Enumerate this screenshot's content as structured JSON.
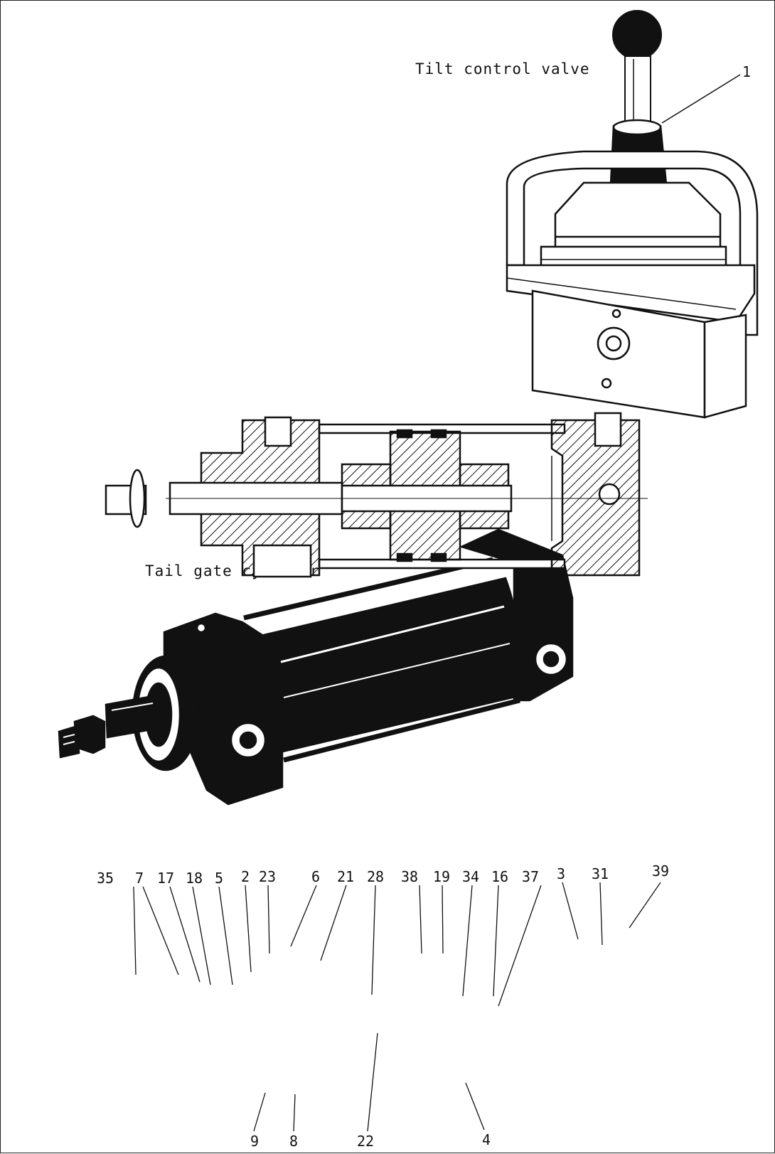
{
  "captions": {
    "valve": "Tilt control valve",
    "cylinder": "Tail gate cylinder"
  },
  "valve_callouts": [
    "1"
  ],
  "section_callouts_top": [
    "35",
    "7",
    "17",
    "18",
    "5",
    "2",
    "23",
    "6",
    "21",
    "28",
    "38",
    "19",
    "34",
    "16",
    "37",
    "3",
    "31",
    "39"
  ],
  "section_callouts_bottom": [
    "9",
    "8",
    "22",
    "4"
  ],
  "colors": {
    "ink": "#111111",
    "paper": "#ffffff"
  },
  "icons": [
    "lever-knob-icon",
    "valve-body-icon",
    "cylinder-icon",
    "section-drawing-icon"
  ]
}
